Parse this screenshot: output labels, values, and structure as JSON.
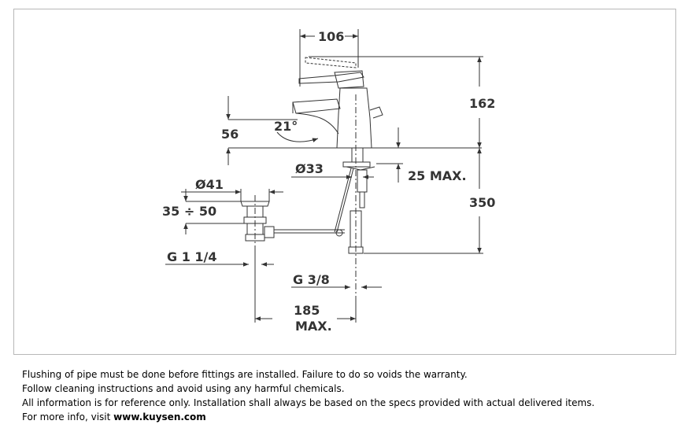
{
  "dimensions": {
    "top_width": "106",
    "height_total": "162",
    "spout_height": "56",
    "angle": "21°",
    "hole_diameter": "Ø33",
    "deck_thickness": "25 MAX.",
    "under_height": "350",
    "drain_diameter": "Ø41",
    "drain_range": "35 ÷ 50",
    "drain_thread": "G 1 1/4",
    "supply_thread": "G 3/8",
    "drain_offset_line1": "185",
    "drain_offset_line2": "MAX."
  },
  "notes": {
    "line1": "Flushing of pipe must be done before fittings are installed. Failure to do so voids the warranty.",
    "line2": "Follow cleaning instructions and avoid using any harmful chemicals.",
    "line3": "All information is for reference only. Installation shall always be based on the specs provided with actual delivered items.",
    "line4_prefix": "For more info, visit ",
    "line4_link": "www.kuysen.com"
  },
  "colors": {
    "line": "#333333",
    "frame": "#b8b8b8"
  }
}
